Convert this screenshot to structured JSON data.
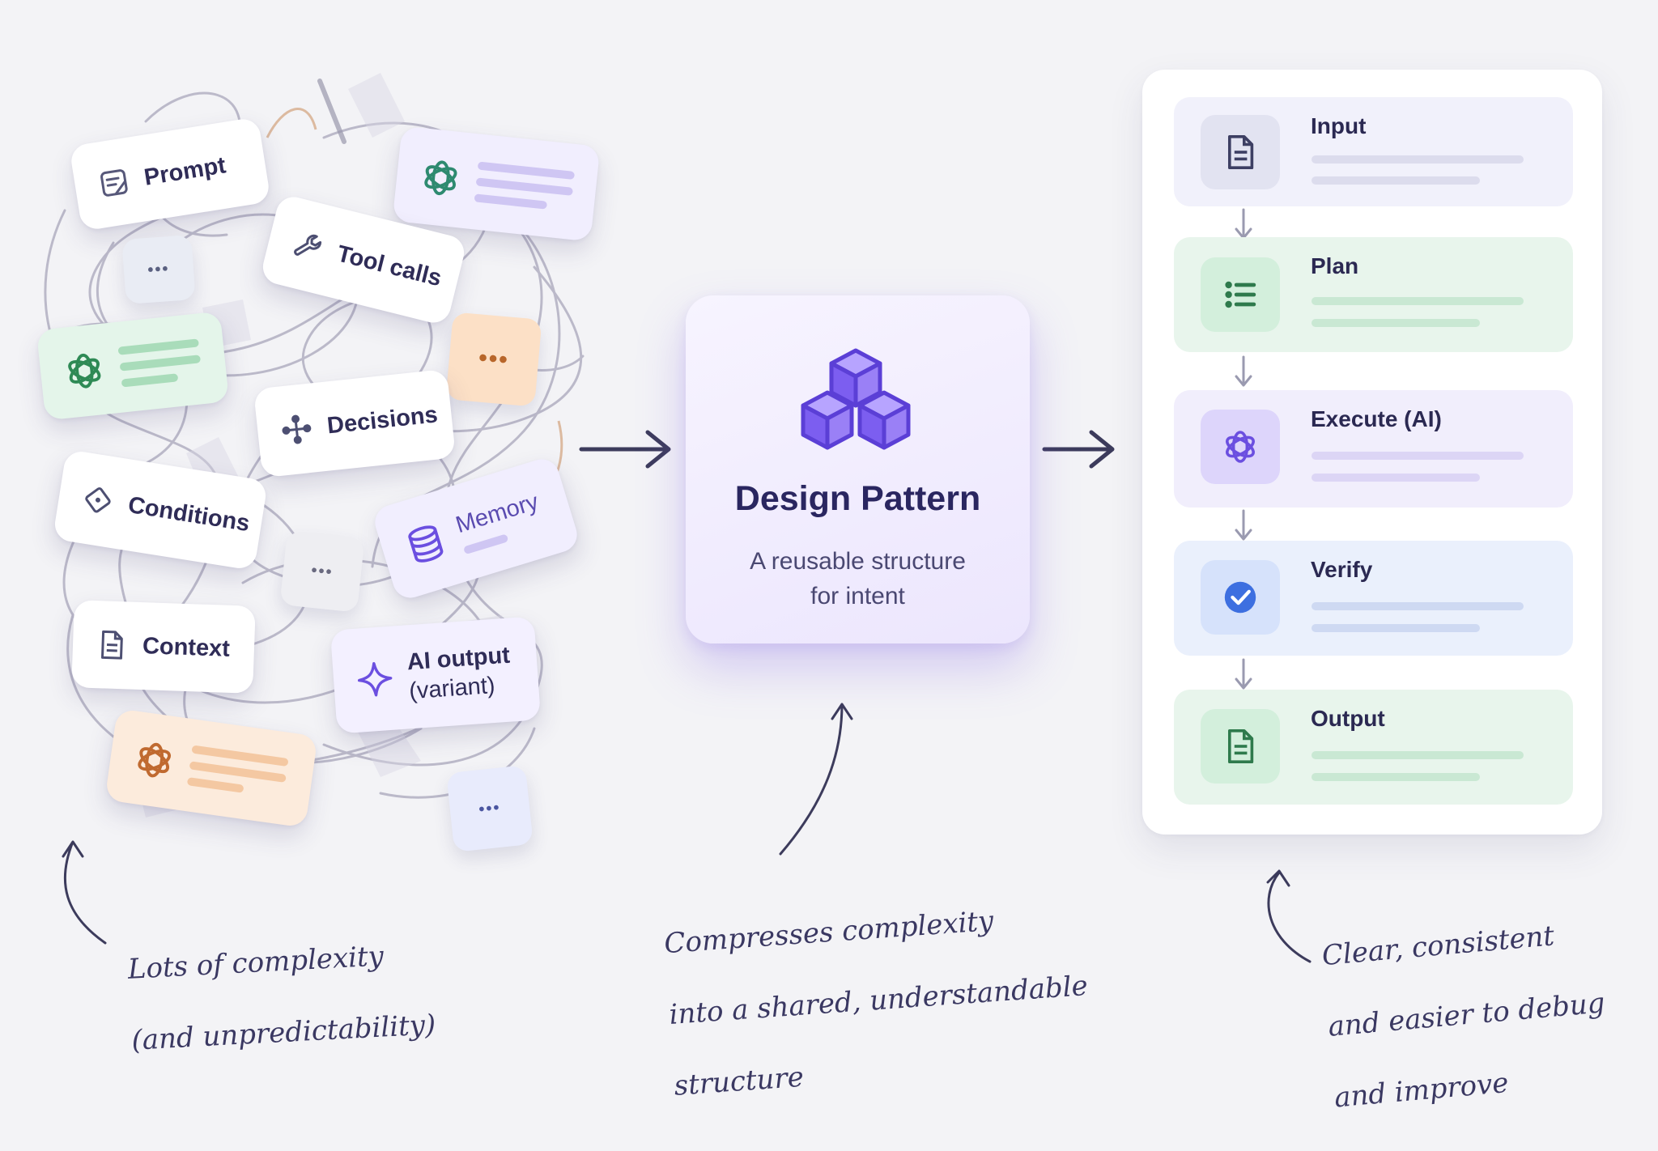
{
  "chaos": {
    "prompt": "Prompt",
    "tool_calls": "Tool calls",
    "decisions": "Decisions",
    "conditions": "Conditions",
    "memory": "Memory",
    "context": "Context",
    "ai_output": "AI output",
    "ai_output_sub": "(variant)",
    "dots": "•••"
  },
  "center": {
    "title": "Design Pattern",
    "subtitle_line1": "A reusable structure",
    "subtitle_line2": "for intent"
  },
  "flow": {
    "steps": [
      {
        "label": "Input",
        "icon": "document-icon"
      },
      {
        "label": "Plan",
        "icon": "list-icon"
      },
      {
        "label": "Execute (AI)",
        "icon": "openai-icon"
      },
      {
        "label": "Verify",
        "icon": "check-circle-icon"
      },
      {
        "label": "Output",
        "icon": "document-icon"
      }
    ]
  },
  "notes": {
    "left_line1": "Lots of complexity",
    "left_line2": "(and unpredictability)",
    "center_line1": "Compresses complexity",
    "center_line2": "into a shared, understandable",
    "center_line3": "structure",
    "right_line1": "Clear, consistent",
    "right_line2": "and easier to debug",
    "right_line3": "and improve"
  },
  "colors": {
    "accent_purple": "#6b4fe0",
    "green": "#2e8a55",
    "blue": "#3d6fe0",
    "peach": "#d08a4a",
    "text_dark": "#2a2660"
  }
}
